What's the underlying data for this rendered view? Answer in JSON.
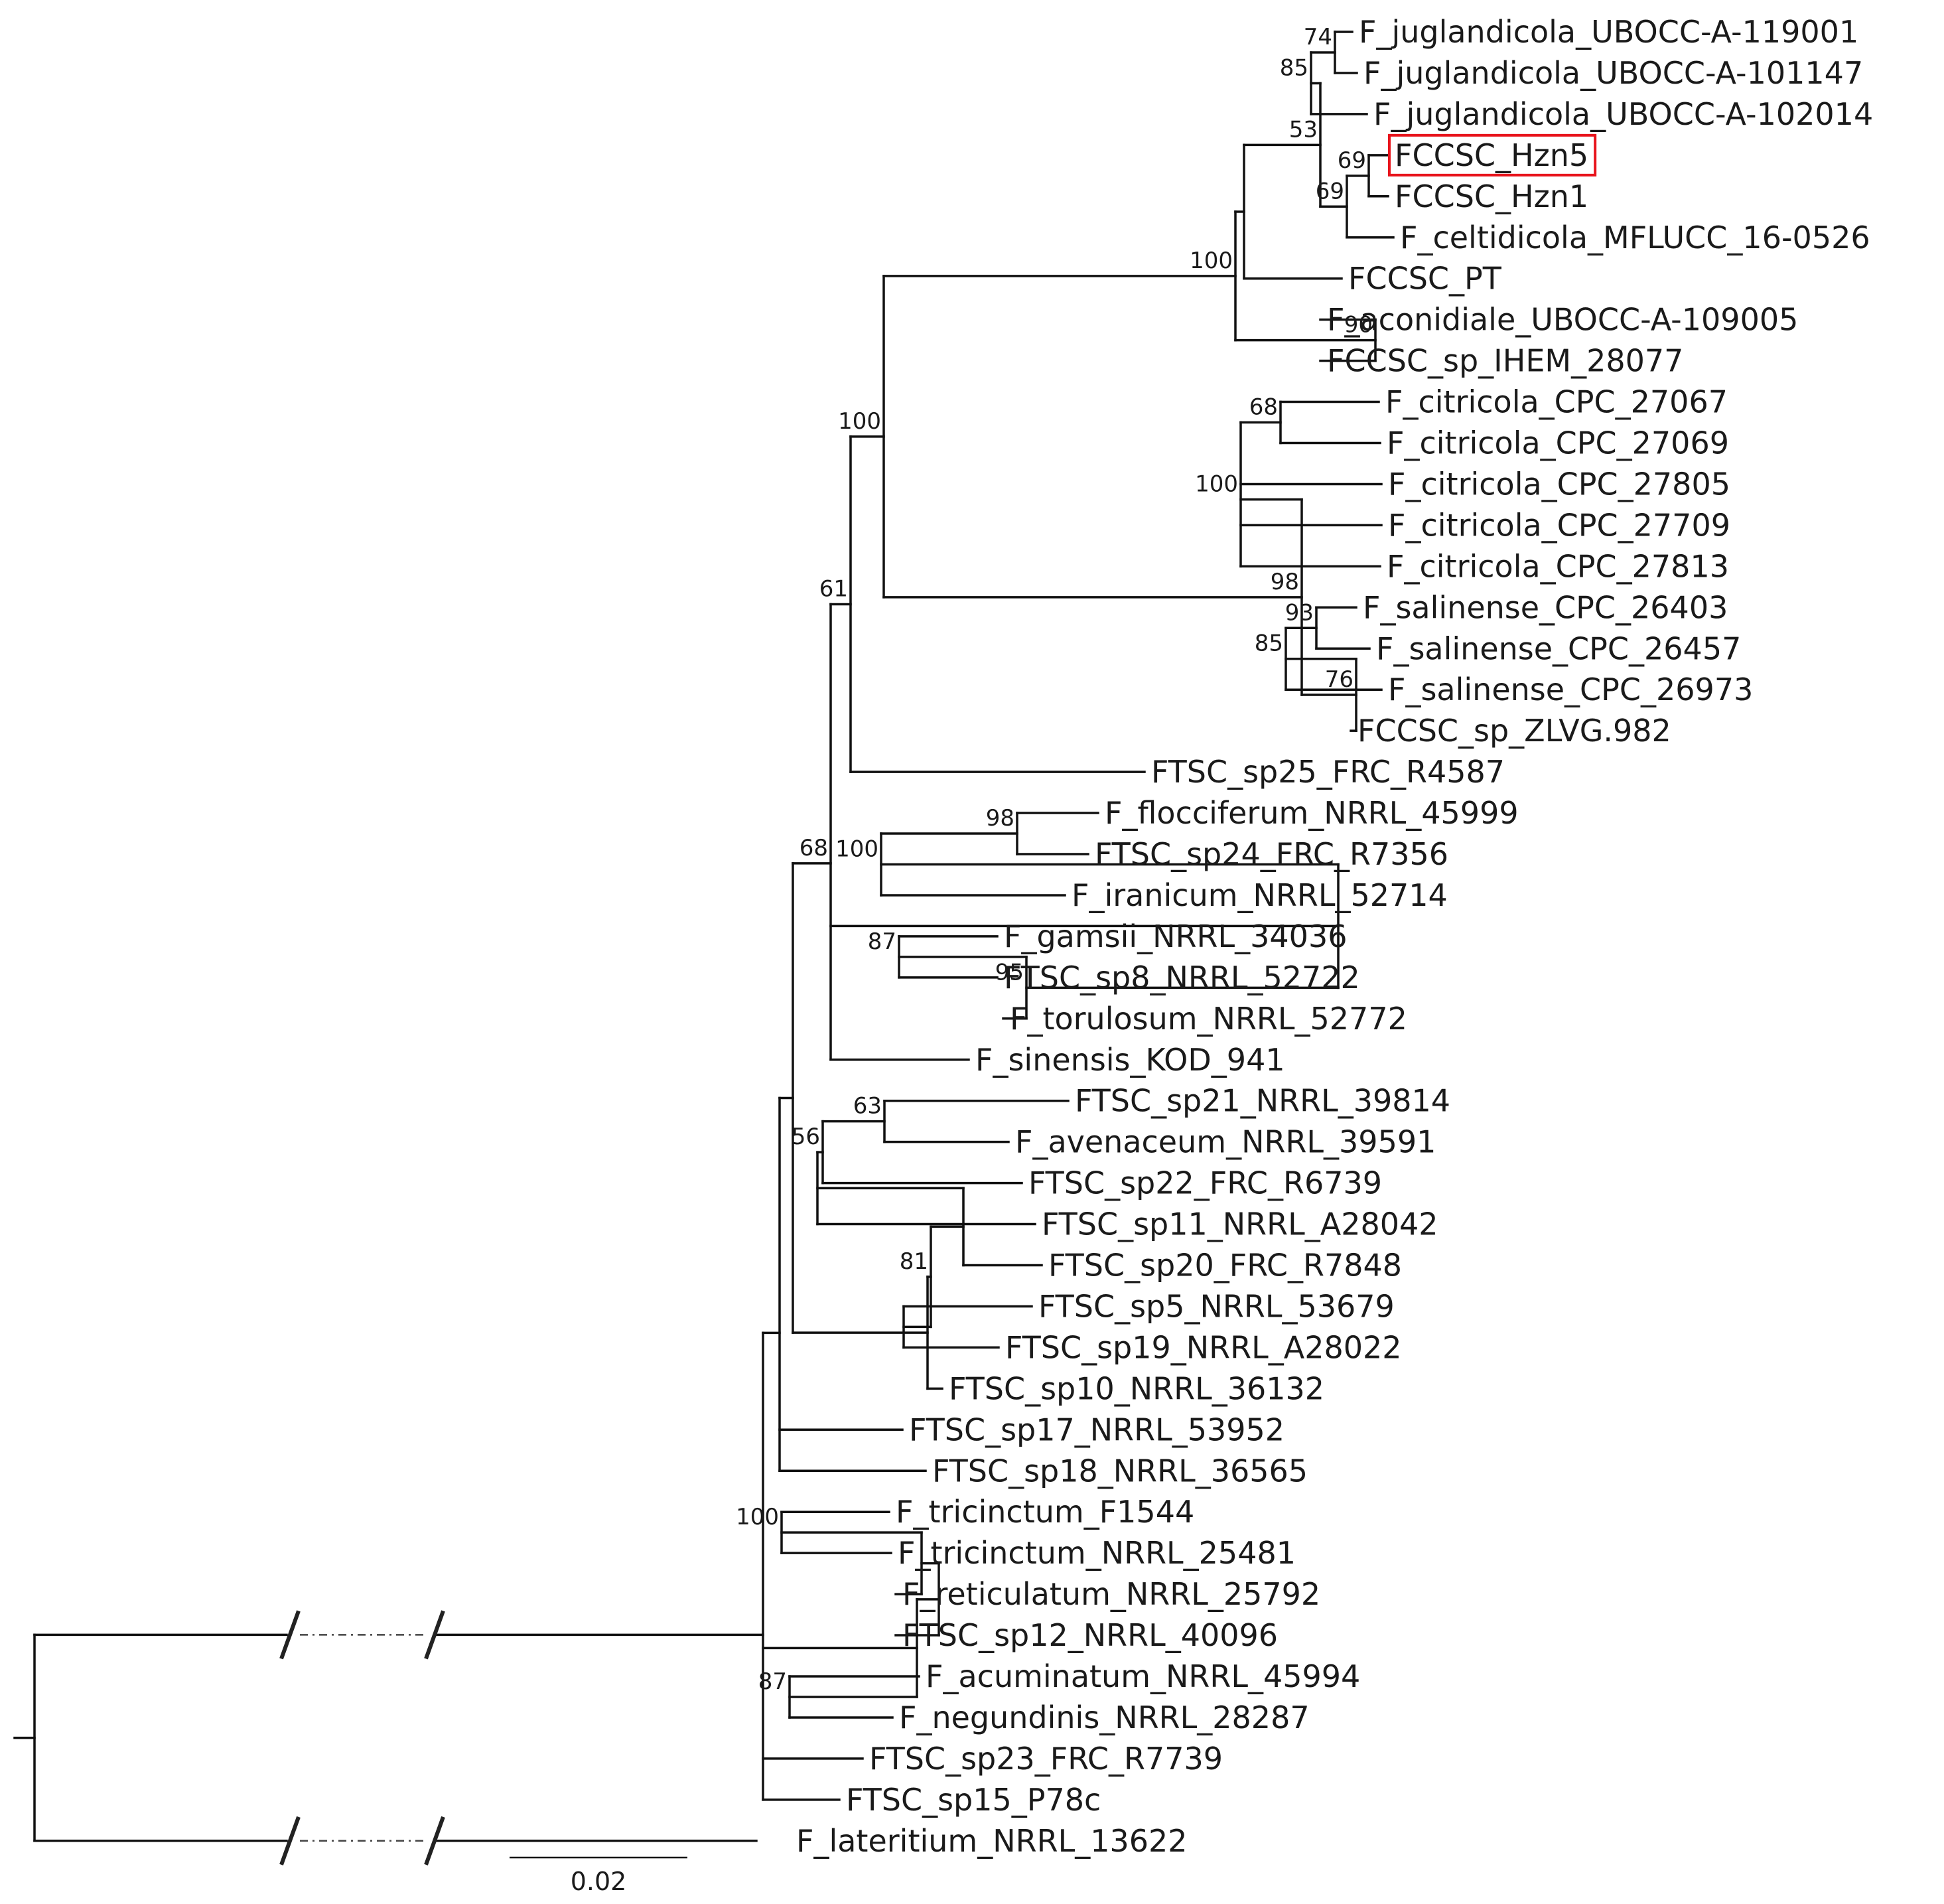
{
  "highlight_label": "FCCSC_Hzn5",
  "scale_bar": {
    "label": "0.02",
    "length": 0.02
  },
  "tree": {
    "children": [
      {
        "children": [
          {
            "children": [
              {
                "support": "68",
                "children": [
                  {
                    "support": "61",
                    "children": [
                      {
                        "support": "100",
                        "children": [
                          {
                            "support": "100",
                            "children": [
                              {
                                "children": [
                                  {
                                    "support": "53",
                                    "children": [
                                      {
                                        "support": "85",
                                        "children": [
                                          {
                                            "support": "74",
                                            "children": [
                                              {
                                                "name": "F_juglandicola_UBOCC-A-119001"
                                              },
                                              {
                                                "name": "F_juglandicola_UBOCC-A-101147"
                                              }
                                            ]
                                          },
                                          {
                                            "name": "F_juglandicola_UBOCC-A-102014"
                                          }
                                        ]
                                      },
                                      {
                                        "support": "69",
                                        "children": [
                                          {
                                            "support": "69",
                                            "children": [
                                              {
                                                "name": "FCCSC_Hzn5"
                                              },
                                              {
                                                "name": "FCCSC_Hzn1"
                                              }
                                            ]
                                          },
                                          {
                                            "name": "F_celtidicola_MFLUCC_16-0526"
                                          }
                                        ]
                                      }
                                    ]
                                  },
                                  {
                                    "name": "FCCSC_PT"
                                  }
                                ]
                              },
                              {
                                "support": "90",
                                "children": [
                                  {
                                    "name": "F_aconidiale_UBOCC-A-109005"
                                  },
                                  {
                                    "name": "FCCSC_sp_IHEM_28077"
                                  }
                                ]
                              }
                            ]
                          },
                          {
                            "support": "98",
                            "children": [
                              {
                                "support": "100",
                                "children": [
                                  {
                                    "support": "68",
                                    "children": [
                                      {
                                        "name": "F_citricola_CPC_27067"
                                      },
                                      {
                                        "name": "F_citricola_CPC_27069"
                                      }
                                    ]
                                  },
                                  {
                                    "name": "F_citricola_CPC_27805"
                                  },
                                  {
                                    "name": "F_citricola_CPC_27709"
                                  },
                                  {
                                    "name": "F_citricola_CPC_27813"
                                  }
                                ]
                              },
                              {
                                "support": "76",
                                "children": [
                                  {
                                    "support": "85",
                                    "children": [
                                      {
                                        "support": "93",
                                        "children": [
                                          {
                                            "name": "F_salinense_CPC_26403"
                                          },
                                          {
                                            "name": "F_salinense_CPC_26457"
                                          }
                                        ]
                                      },
                                      {
                                        "name": "F_salinense_CPC_26973"
                                      }
                                    ]
                                  },
                                  {
                                    "name": "FCCSC_sp_ZLVG.982"
                                  }
                                ]
                              }
                            ]
                          }
                        ]
                      },
                      {
                        "name": "FTSC_sp25_FRC_R4587"
                      }
                    ]
                  },
                  {
                    "children": [
                      {
                        "support": "100",
                        "children": [
                          {
                            "support": "98",
                            "children": [
                              {
                                "name": "F_flocciferum_NRRL_45999"
                              },
                              {
                                "name": "FTSC_sp24_FRC_R7356"
                              }
                            ]
                          },
                          {
                            "name": "F_iranicum_NRRL_52714"
                          }
                        ]
                      },
                      {
                        "support": "95",
                        "children": [
                          {
                            "support": "87",
                            "children": [
                              {
                                "name": "F_gamsii_NRRL_34036"
                              },
                              {
                                "name": "FTSC_sp8_NRRL_52722"
                              }
                            ]
                          },
                          {
                            "name": "F_torulosum_NRRL_52772"
                          }
                        ]
                      }
                    ]
                  },
                  {
                    "name": "F_sinensis_KOD_941"
                  }
                ]
              },
              {
                "children": [
                  {
                    "support": "81",
                    "children": [
                      {
                        "children": [
                          {
                            "children": [
                              {
                                "support": "56",
                                "children": [
                                  {
                                    "support": "63",
                                    "children": [
                                      {
                                        "name": "FTSC_sp21_NRRL_39814"
                                      },
                                      {
                                        "name": "F_avenaceum_NRRL_39591"
                                      }
                                    ]
                                  },
                                  {
                                    "name": "FTSC_sp22_FRC_R6739"
                                  }
                                ]
                              },
                              {
                                "name": "FTSC_sp11_NRRL_A28042"
                              }
                            ]
                          },
                          {
                            "name": "FTSC_sp20_FRC_R7848"
                          }
                        ]
                      },
                      {
                        "children": [
                          {
                            "name": "FTSC_sp5_NRRL_53679"
                          },
                          {
                            "name": "FTSC_sp19_NRRL_A28022"
                          }
                        ]
                      }
                    ]
                  },
                  {
                    "name": "FTSC_sp10_NRRL_36132"
                  }
                ]
              }
            ]
          },
          {
            "name": "FTSC_sp17_NRRL_53952"
          },
          {
            "name": "FTSC_sp18_NRRL_36565"
          }
        ]
      },
      {
        "children": [
          {
            "children": [
              {
                "children": [
                  {
                    "support": "100",
                    "children": [
                      {
                        "name": "F_tricinctum_F1544"
                      },
                      {
                        "name": "F_tricinctum_NRRL_25481"
                      }
                    ]
                  },
                  {
                    "name": "F_reticulatum_NRRL_25792"
                  }
                ]
              },
              {
                "name": "FTSC_sp12_NRRL_40096"
              }
            ]
          },
          {
            "support": "87",
            "children": [
              {
                "name": "F_acuminatum_NRRL_45994"
              },
              {
                "name": "F_negundinis_NRRL_28287"
              }
            ]
          }
        ]
      },
      {
        "name": "FTSC_sp23_FRC_R7739"
      },
      {
        "name": "FTSC_sp15_P78c"
      }
    ]
  },
  "outgroup": {
    "name": "F_lateritium_NRRL_13622"
  }
}
